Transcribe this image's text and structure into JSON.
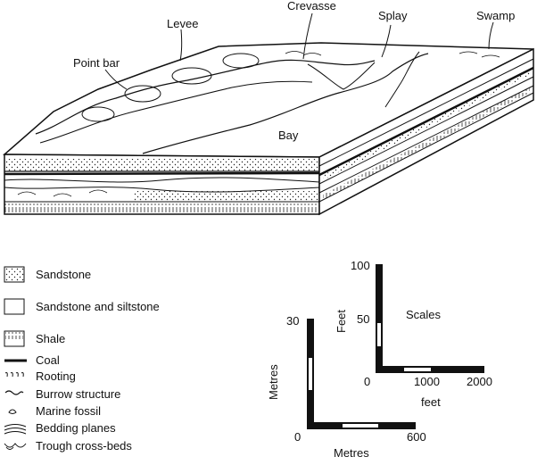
{
  "diagram": {
    "labels": {
      "levee": "Levee",
      "crevasse": "Crevasse",
      "splay": "Splay",
      "swamp": "Swamp",
      "point_bar": "Point bar",
      "bay": "Bay"
    }
  },
  "legend": {
    "items": [
      {
        "symbol": "sandstone-swatch",
        "label": "Sandstone"
      },
      {
        "symbol": "sandstone-siltstone-swatch",
        "label": "Sandstone and siltstone"
      },
      {
        "symbol": "shale-swatch",
        "label": "Shale"
      },
      {
        "symbol": "coal-line",
        "label": "Coal"
      },
      {
        "symbol": "rooting-symbol",
        "label": "Rooting"
      },
      {
        "symbol": "burrow-symbol",
        "label": "Burrow structure"
      },
      {
        "symbol": "marine-fossil-symbol",
        "label": "Marine fossil"
      },
      {
        "symbol": "bedding-planes-symbol",
        "label": "Bedding planes"
      },
      {
        "symbol": "trough-cross-beds-symbol",
        "label": "Trough cross-beds"
      }
    ]
  },
  "scales": {
    "title": "Scales",
    "feet_scale": {
      "vertical_label": "Feet",
      "horizontal_label": "feet",
      "vertical_top": "100",
      "vertical_mid": "50",
      "origin": "0",
      "h_mid": "1000",
      "h_end": "2000"
    },
    "metres_scale": {
      "vertical_label": "Metres",
      "horizontal_label": "Metres",
      "vertical_top": "30",
      "origin": "0",
      "h_end": "600"
    }
  }
}
